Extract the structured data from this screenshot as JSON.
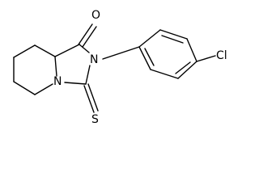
{
  "molecule": {
    "atoms": {
      "carbonyl_oxygen": "O",
      "imide_nitrogen": "N",
      "ring_nitrogen": "N",
      "thione_sulfur": "S",
      "chlorine": "Cl"
    }
  },
  "colors": {
    "bond": "#000000",
    "label": "#000000",
    "background": "#ffffff"
  }
}
